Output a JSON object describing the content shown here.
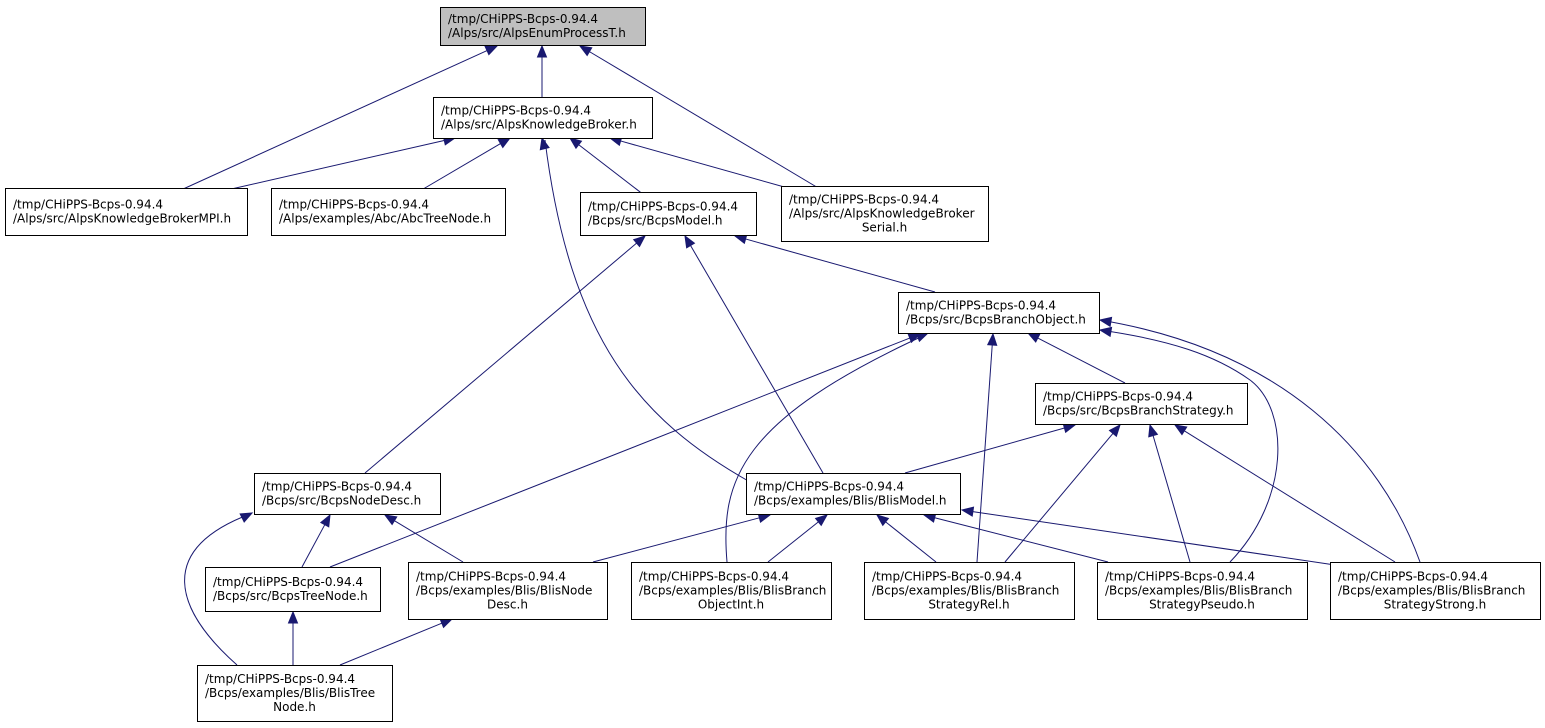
{
  "diagram": {
    "type": "include-dependency-graph",
    "colors": {
      "edge": "#191970",
      "node_fill": "#ffffff",
      "root_fill": "#bfbfbf",
      "node_border": "#000000"
    },
    "nodes": [
      {
        "id": "alps_enum_process_t",
        "root": true,
        "lines": [
          "/tmp/CHiPPS-Bcps-0.94.4",
          "/Alps/src/AlpsEnumProcessT.h"
        ]
      },
      {
        "id": "alps_knowledge_broker",
        "lines": [
          "/tmp/CHiPPS-Bcps-0.94.4",
          "/Alps/src/AlpsKnowledgeBroker.h"
        ]
      },
      {
        "id": "alps_knowledge_broker_mpi",
        "lines": [
          "/tmp/CHiPPS-Bcps-0.94.4",
          "/Alps/src/AlpsKnowledgeBrokerMPI.h"
        ]
      },
      {
        "id": "abc_tree_node",
        "lines": [
          "/tmp/CHiPPS-Bcps-0.94.4",
          "/Alps/examples/Abc/AbcTreeNode.h"
        ]
      },
      {
        "id": "bcps_model",
        "lines": [
          "/tmp/CHiPPS-Bcps-0.94.4",
          "/Bcps/src/BcpsModel.h"
        ]
      },
      {
        "id": "alps_knowledge_broker_serial",
        "lines": [
          "/tmp/CHiPPS-Bcps-0.94.4",
          "/Alps/src/AlpsKnowledgeBroker",
          "Serial.h"
        ]
      },
      {
        "id": "bcps_branch_object",
        "lines": [
          "/tmp/CHiPPS-Bcps-0.94.4",
          "/Bcps/src/BcpsBranchObject.h"
        ]
      },
      {
        "id": "bcps_branch_strategy",
        "lines": [
          "/tmp/CHiPPS-Bcps-0.94.4",
          "/Bcps/src/BcpsBranchStrategy.h"
        ]
      },
      {
        "id": "bcps_node_desc",
        "lines": [
          "/tmp/CHiPPS-Bcps-0.94.4",
          "/Bcps/src/BcpsNodeDesc.h"
        ]
      },
      {
        "id": "blis_model",
        "lines": [
          "/tmp/CHiPPS-Bcps-0.94.4",
          "/Bcps/examples/Blis/BlisModel.h"
        ]
      },
      {
        "id": "bcps_tree_node",
        "lines": [
          "/tmp/CHiPPS-Bcps-0.94.4",
          "/Bcps/src/BcpsTreeNode.h"
        ]
      },
      {
        "id": "blis_node_desc",
        "lines": [
          "/tmp/CHiPPS-Bcps-0.94.4",
          "/Bcps/examples/Blis/BlisNode",
          "Desc.h"
        ]
      },
      {
        "id": "blis_branch_object_int",
        "lines": [
          "/tmp/CHiPPS-Bcps-0.94.4",
          "/Bcps/examples/Blis/BlisBranch",
          "ObjectInt.h"
        ]
      },
      {
        "id": "blis_branch_strategy_rel",
        "lines": [
          "/tmp/CHiPPS-Bcps-0.94.4",
          "/Bcps/examples/Blis/BlisBranch",
          "StrategyRel.h"
        ]
      },
      {
        "id": "blis_branch_strategy_pseudo",
        "lines": [
          "/tmp/CHiPPS-Bcps-0.94.4",
          "/Bcps/examples/Blis/BlisBranch",
          "StrategyPseudo.h"
        ]
      },
      {
        "id": "blis_branch_strategy_strong",
        "lines": [
          "/tmp/CHiPPS-Bcps-0.94.4",
          "/Bcps/examples/Blis/BlisBranch",
          "StrategyStrong.h"
        ]
      },
      {
        "id": "blis_tree_node",
        "lines": [
          "/tmp/CHiPPS-Bcps-0.94.4",
          "/Bcps/examples/Blis/BlisTree",
          "Node.h"
        ]
      }
    ],
    "edges": [
      {
        "from": "alps_knowledge_broker",
        "to": "alps_enum_process_t"
      },
      {
        "from": "alps_knowledge_broker_mpi",
        "to": "alps_enum_process_t"
      },
      {
        "from": "alps_knowledge_broker_serial",
        "to": "alps_enum_process_t"
      },
      {
        "from": "alps_knowledge_broker_mpi",
        "to": "alps_knowledge_broker"
      },
      {
        "from": "abc_tree_node",
        "to": "alps_knowledge_broker"
      },
      {
        "from": "bcps_model",
        "to": "alps_knowledge_broker"
      },
      {
        "from": "alps_knowledge_broker_serial",
        "to": "alps_knowledge_broker"
      },
      {
        "from": "blis_model",
        "to": "alps_knowledge_broker"
      },
      {
        "from": "bcps_branch_object",
        "to": "bcps_model"
      },
      {
        "from": "bcps_node_desc",
        "to": "bcps_model"
      },
      {
        "from": "blis_model",
        "to": "bcps_model"
      },
      {
        "from": "bcps_branch_strategy",
        "to": "bcps_branch_object"
      },
      {
        "from": "bcps_tree_node",
        "to": "bcps_branch_object"
      },
      {
        "from": "blis_branch_object_int",
        "to": "bcps_branch_object"
      },
      {
        "from": "blis_branch_strategy_rel",
        "to": "bcps_branch_object"
      },
      {
        "from": "blis_branch_strategy_pseudo",
        "to": "bcps_branch_object"
      },
      {
        "from": "blis_branch_strategy_strong",
        "to": "bcps_branch_object"
      },
      {
        "from": "blis_model",
        "to": "bcps_branch_strategy"
      },
      {
        "from": "blis_branch_strategy_rel",
        "to": "bcps_branch_strategy"
      },
      {
        "from": "blis_branch_strategy_pseudo",
        "to": "bcps_branch_strategy"
      },
      {
        "from": "blis_branch_strategy_strong",
        "to": "bcps_branch_strategy"
      },
      {
        "from": "bcps_tree_node",
        "to": "bcps_node_desc"
      },
      {
        "from": "blis_node_desc",
        "to": "bcps_node_desc"
      },
      {
        "from": "blis_tree_node",
        "to": "bcps_node_desc"
      },
      {
        "from": "blis_node_desc",
        "to": "blis_model"
      },
      {
        "from": "blis_branch_object_int",
        "to": "blis_model"
      },
      {
        "from": "blis_branch_strategy_rel",
        "to": "blis_model"
      },
      {
        "from": "blis_branch_strategy_pseudo",
        "to": "blis_model"
      },
      {
        "from": "blis_branch_strategy_strong",
        "to": "blis_model"
      },
      {
        "from": "blis_tree_node",
        "to": "bcps_tree_node"
      },
      {
        "from": "blis_tree_node",
        "to": "blis_node_desc"
      }
    ]
  }
}
